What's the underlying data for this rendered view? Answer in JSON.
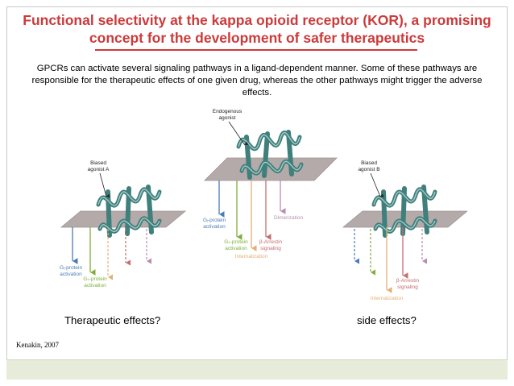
{
  "slide": {
    "title": "Functional selectivity at the kappa opioid receptor (KOR), a promising concept for the development of safer therapeutics",
    "intro": "GPCRs can activate several signaling pathways in a ligand-dependent manner. Some of these pathways are responsible for the therapeutic effects of one given drug, whereas the other pathways might trigger the adverse effects.",
    "caption_left": "Therapeutic effects?",
    "caption_right": "side effects?",
    "citation": "Kenakin, 2007"
  },
  "diagram": {
    "center": {
      "agonist": [
        "Endogenous",
        "agonist"
      ],
      "gi": [
        "Gᵢ-protein",
        "activation"
      ],
      "gs": [
        "Gₛ-protein",
        "activation"
      ],
      "dimer": "Dimerization",
      "barr": [
        "β-Arrestin",
        "signaling"
      ],
      "intern": "Internalization"
    },
    "left": {
      "agonist": [
        "Biased",
        "agonist A"
      ],
      "gi": [
        "Gᵢ-protein",
        "activation"
      ],
      "gs": [
        "Gₛ-protein",
        "activation"
      ]
    },
    "right": {
      "agonist": [
        "Biased",
        "agonist B"
      ],
      "barr": [
        "β-Arrestin",
        "signaling"
      ],
      "intern": "Internalization"
    }
  },
  "colors": {
    "title": "#cc3a3a",
    "membrane": "#b3aaa9",
    "helix": "#3f7f7c",
    "gi_arrow": "#4a7bb7",
    "gs_arrow": "#7fae3c",
    "dimer_arrow": "#b98cb0",
    "barr_arrow": "#c56f6f",
    "intern_arrow": "#e2b178",
    "footer": "#e6ecd9"
  }
}
